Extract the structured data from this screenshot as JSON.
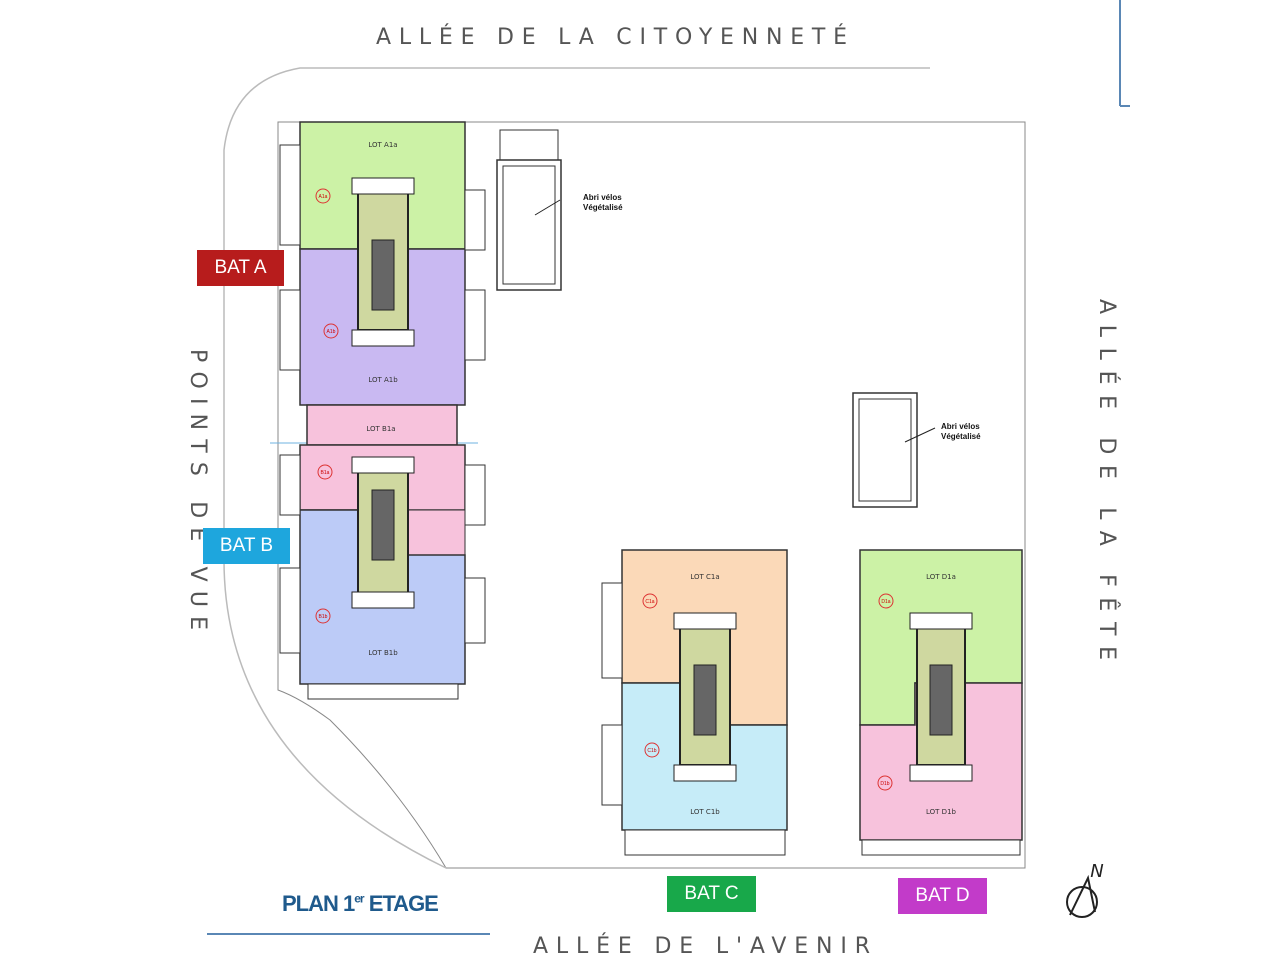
{
  "title": {
    "prefix": "PLAN ",
    "num": "1",
    "sup": "er",
    "rest": " ETAGE"
  },
  "streets": {
    "top": "ALLÉE DE LA CITOYENNETÉ",
    "left": "POINTS DE VUE",
    "right": "ALLÉE DE LA FÊTE",
    "bottom": "ALLÉE DE L'AVENIR"
  },
  "buildings": [
    {
      "label": "BAT A",
      "color": "#b71c1c"
    },
    {
      "label": "BAT B",
      "color": "#1ea6dd"
    },
    {
      "label": "BAT C",
      "color": "#18a84a"
    },
    {
      "label": "BAT D",
      "color": "#c23bc9"
    }
  ],
  "lots": {
    "a1a": "LOT A1a",
    "a1b": "LOT A1b",
    "b1a": "LOT B1a",
    "b1b": "LOT B1b",
    "c1a": "LOT C1a",
    "c1b": "LOT C1b",
    "d1a": "LOT D1a",
    "d1b": "LOT D1b"
  },
  "tags": {
    "a1a": "A1a",
    "a1b": "A1b",
    "b1a": "B1a",
    "b1b": "B1b",
    "c1a": "C1a",
    "c1b": "C1b",
    "d1a": "D1a",
    "d1b": "D1b"
  },
  "bike_shelter": {
    "line1": "Abri vélos",
    "line2": "Végétalisé"
  },
  "north": "N",
  "colors": {
    "green": "#ccf2a6",
    "violet": "#c9b9f2",
    "pink": "#f7c2dc",
    "blue": "#bccbf7",
    "orange": "#fbd9b8",
    "cyan": "#c6ecf8"
  }
}
